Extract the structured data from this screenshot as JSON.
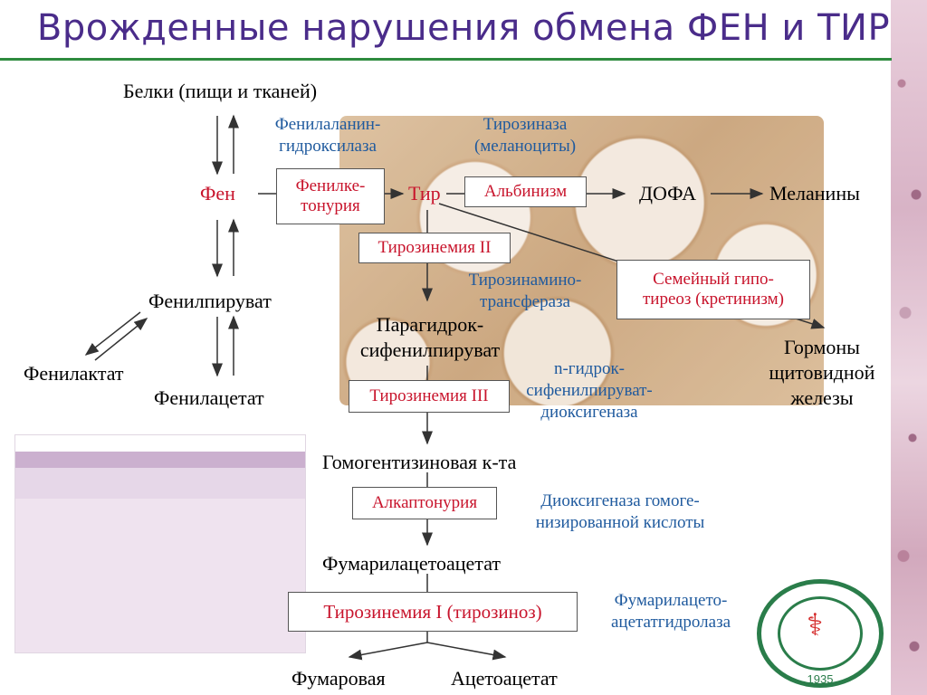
{
  "title": "Врожденные нарушения обмена ФЕН и ТИР",
  "nodes": {
    "proteins": "Белки (пищи и тканей)",
    "phe": "Фен",
    "tyr": "Тир",
    "dopa": "ДОФА",
    "melanins": "Меланины",
    "phenylpyruvate": "Фенилпируват",
    "phenyllactate": "Фенилактат",
    "phenylacetate": "Фенилацетат",
    "hpp_line1": "Парагидрок-",
    "hpp_line2": "сифенилпируват",
    "thyroid_line1": "Гормоны",
    "thyroid_line2": "щитовидной",
    "thyroid_line3": "железы",
    "homogentisate": "Гомогентизиновая к-та",
    "fumarylacetoacetate": "Фумарилацетоацетат",
    "fumarate": "Фумаровая",
    "acetoacetate": "Ацетоацетат"
  },
  "enzymes": {
    "pah_line1": "Фенилаланин-",
    "pah_line2": "гидроксилаза",
    "tyrosinase_line1": "Тирозиназа",
    "tyrosinase_line2": "(меланоциты)",
    "tat_line1": "Тирозинамино-",
    "tat_line2": "трансфераза",
    "hppd_line1": "n-гидрок-",
    "hppd_line2": "сифенилпируват-",
    "hppd_line3": "диоксигеназа",
    "hgd_line1": "Диоксигеназа гомоге-",
    "hgd_line2": "низированной кислоты",
    "fah_line1": "Фумарилацето-",
    "fah_line2": "ацетатгидролаза"
  },
  "diseases": {
    "pku_line1": "Фенилке-",
    "pku_line2": "тонурия",
    "albinism": "Альбинизм",
    "tyrosinemia2": "Тирозинемия II",
    "hypothyroid_line1": "Семейный гипо-",
    "hypothyroid_line2": "тиреоз (кретинизм)",
    "tyrosinemia3": "Тирозинемия III",
    "alkaptonuria": "Алкаптонурия",
    "tyrosinemia1": "Тирозинемия I (тирозиноз)"
  },
  "logo": {
    "year": "1935",
    "icon": "university-emblem-icon"
  },
  "colors": {
    "title": "#4a2c8a",
    "disease": "#c8142c",
    "enzyme": "#1f5a9e",
    "rule": "#2e8b3e"
  }
}
